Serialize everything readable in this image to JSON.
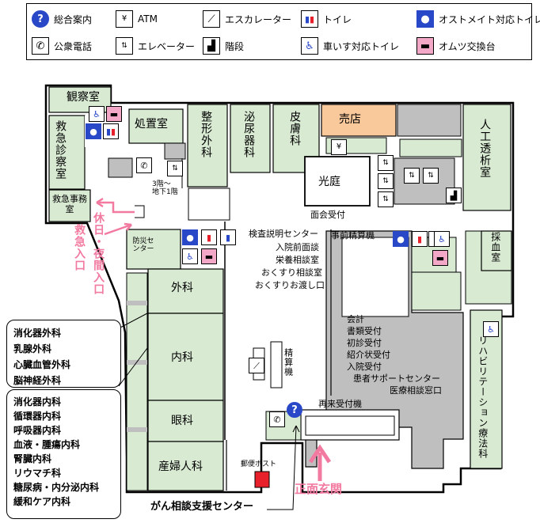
{
  "legend": {
    "items": [
      {
        "label": "総合案内",
        "icon": "info-icon"
      },
      {
        "label": "ATM",
        "icon": "atm-icon"
      },
      {
        "label": "エスカレーター",
        "icon": "escalator-icon"
      },
      {
        "label": "トイレ",
        "icon": "restroom-icon"
      },
      {
        "label": "オストメイト対応トイレ",
        "icon": "ostomate-restroom-icon"
      },
      {
        "label": "公衆電話",
        "icon": "phone-icon"
      },
      {
        "label": "エレベーター",
        "icon": "elevator-icon"
      },
      {
        "label": "階段",
        "icon": "stairs-icon"
      },
      {
        "label": "車いす対応トイレ",
        "icon": "wheelchair-restroom-icon"
      },
      {
        "label": "オムツ交換台",
        "icon": "diaper-changing-icon"
      }
    ]
  },
  "rooms": {
    "observation": "観察室",
    "emergency_exam": "救急診察室",
    "emergency_office": "救急事務室",
    "treatment": "処置室",
    "orthopedics": "整形外科",
    "urology": "泌尿器科",
    "dermatology": "皮膚科",
    "shop": "売店",
    "dialysis": "人工透析室",
    "courtyard": "光庭",
    "blood_collection": "採血室",
    "surgery": "外科",
    "internal": "内科",
    "ophthalmology": "眼科",
    "obgyn": "産婦人科",
    "rehab": "リハビリテーション療法科",
    "disaster": "防災センター",
    "payment_machine": "精算機"
  },
  "labels": {
    "elevator_note": "3階～\n地下1階",
    "visitor_desk": "面会受付",
    "exam_center": "検査説明センター",
    "pre_payment": "事前精算機",
    "admission_consult": "入院前面談",
    "nutrition": "栄養相談室",
    "medicine_consult": "おくすり相談室",
    "medicine_counter": "おくすりお渡し口",
    "accounting": "会計",
    "document": "書類受付",
    "first_visit": "初診受付",
    "referral": "紹介状受付",
    "admission": "入院受付",
    "support_center": "患者サポートセンター",
    "medical_consult": "医療相談窓口",
    "return_desk": "再来受付機",
    "mailbox": "郵便ポスト",
    "cancer_center": "がん相談支援センター"
  },
  "entrances": {
    "emergency": "救急入口",
    "night": "休日・夜間入口",
    "main": "正面玄関"
  },
  "dept_lists": {
    "surgery": [
      "消化器外科",
      "乳腺外科",
      "心臓血管外科",
      "脳神経外科"
    ],
    "internal": [
      "消化器内科",
      "循環器内科",
      "呼吸器内科",
      "血液・腫瘍内科",
      "腎臓内科",
      "リウマチ科",
      "糖尿病・内分泌内科",
      "緩和ケア内科"
    ]
  },
  "colors": {
    "room_green": "#d9ead3",
    "shop_orange": "#f9c89b",
    "corridor_gray": "#bfbfbf",
    "entrance_pink": "#f27aa0",
    "icon_blue": "#2848c8",
    "toilet_red": "#e8202c",
    "mailbox_red": "#e8202c"
  }
}
